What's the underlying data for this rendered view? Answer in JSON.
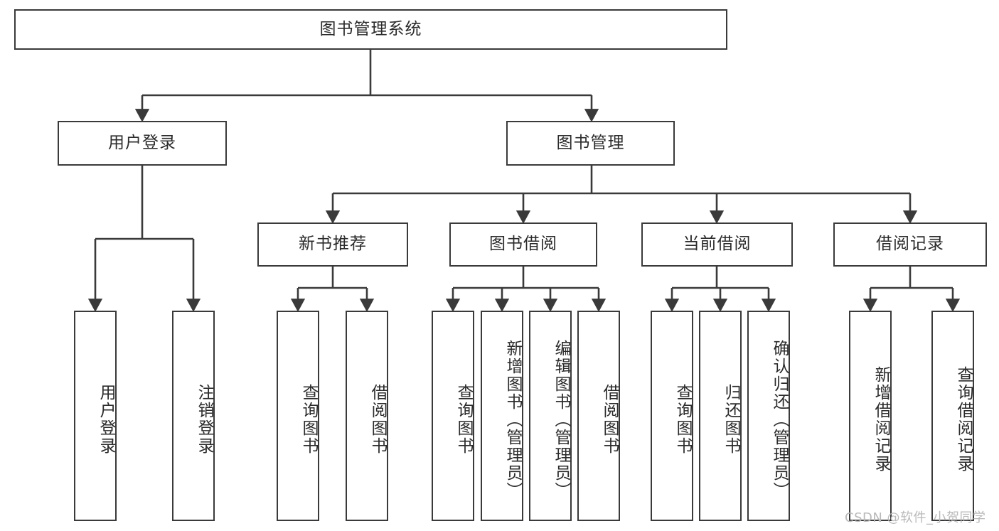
{
  "diagram": {
    "type": "tree-hierarchy-chart",
    "title": "图书管理系统",
    "stroke_color": "#3a3a3a",
    "text_color": "#2b2b2b",
    "background_color": "#ffffff",
    "levels": [
      {
        "level": 0,
        "nodes": [
          {
            "id": "root",
            "label": "图书管理系统",
            "orientation": "horizontal"
          }
        ]
      },
      {
        "level": 1,
        "nodes": [
          {
            "id": "l1-0",
            "label": "用户登录",
            "orientation": "horizontal",
            "parent": "root"
          },
          {
            "id": "l1-1",
            "label": "图书管理",
            "orientation": "horizontal",
            "parent": "root"
          }
        ]
      },
      {
        "level": 2,
        "nodes": [
          {
            "id": "l2-0",
            "label": "新书推荐",
            "orientation": "horizontal",
            "parent": "l1-1"
          },
          {
            "id": "l2-1",
            "label": "图书借阅",
            "orientation": "horizontal",
            "parent": "l1-1"
          },
          {
            "id": "l2-2",
            "label": "当前借阅",
            "orientation": "horizontal",
            "parent": "l1-1"
          },
          {
            "id": "l2-3",
            "label": "借阅记录",
            "orientation": "horizontal",
            "parent": "l1-1"
          }
        ]
      },
      {
        "level": 3,
        "nodes": [
          {
            "id": "l3-0",
            "label": "用户登录",
            "orientation": "vertical",
            "parent": "l1-0"
          },
          {
            "id": "l3-1",
            "label": "注销登录",
            "orientation": "vertical",
            "parent": "l1-0"
          },
          {
            "id": "l3-2",
            "label": "查询图书",
            "orientation": "vertical",
            "parent": "l2-0"
          },
          {
            "id": "l3-3",
            "label": "借阅图书",
            "orientation": "vertical",
            "parent": "l2-0"
          },
          {
            "id": "l3-4",
            "label": "查询图书",
            "orientation": "vertical",
            "parent": "l2-1"
          },
          {
            "id": "l3-5",
            "label": "新增图书（管理员）",
            "orientation": "vertical",
            "parent": "l2-1"
          },
          {
            "id": "l3-6",
            "label": "编辑图书（管理员）",
            "orientation": "vertical",
            "parent": "l2-1"
          },
          {
            "id": "l3-7",
            "label": "借阅图书",
            "orientation": "vertical",
            "parent": "l2-1"
          },
          {
            "id": "l3-8",
            "label": "查询图书",
            "orientation": "vertical",
            "parent": "l2-2"
          },
          {
            "id": "l3-9",
            "label": "归还图书",
            "orientation": "vertical",
            "parent": "l2-2"
          },
          {
            "id": "l3-10",
            "label": "确认归还（管理员）",
            "orientation": "vertical",
            "parent": "l2-2"
          },
          {
            "id": "l3-11",
            "label": "新增借阅记录",
            "orientation": "vertical",
            "parent": "l2-3"
          },
          {
            "id": "l3-12",
            "label": "查询借阅记录",
            "orientation": "vertical",
            "parent": "l2-3"
          }
        ]
      }
    ]
  },
  "watermark": {
    "text": "CSDN @软件_小贺同学"
  }
}
